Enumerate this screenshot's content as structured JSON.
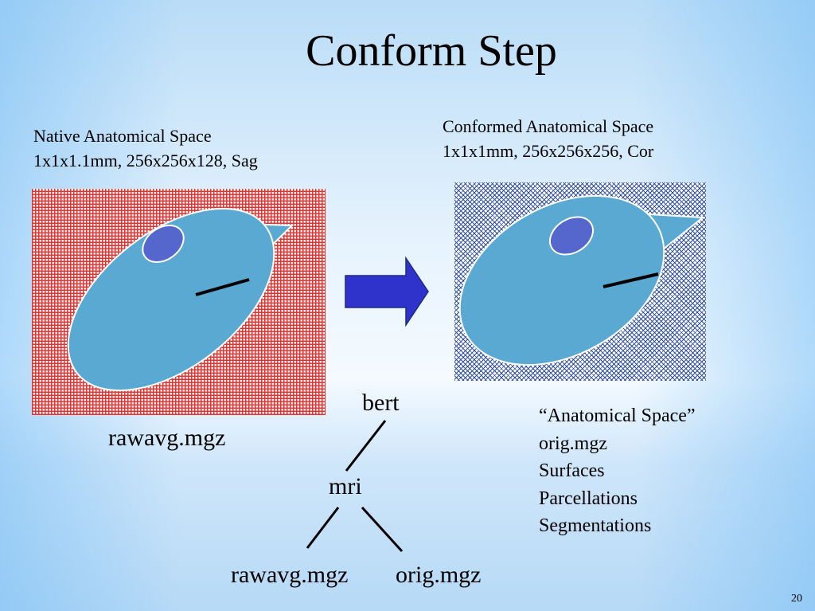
{
  "title": "Conform Step",
  "native": {
    "line1": "Native Anatomical Space",
    "line2": "1x1x1.1mm, 256x256x128, Sag",
    "filename": "rawavg.mgz"
  },
  "conformed": {
    "line1": "Conformed Anatomical Space",
    "line2": "1x1x1mm, 256x256x256, Cor"
  },
  "tree": {
    "root": "bert",
    "child": "mri",
    "leaves": [
      "rawavg.mgz",
      "orig.mgz"
    ]
  },
  "anatomical_space": {
    "heading": "“Anatomical Space”",
    "items": [
      "orig.mgz",
      "Surfaces",
      "Parcellations",
      "Segmentations"
    ]
  },
  "page_number": "20",
  "colors": {
    "native_grid": "#e9312f",
    "conformed_pattern": "#2f4ea8",
    "head_fill": "#5aa9d3",
    "eye_fill": "#5566cc",
    "arrow_fill": "#2f33cc"
  }
}
